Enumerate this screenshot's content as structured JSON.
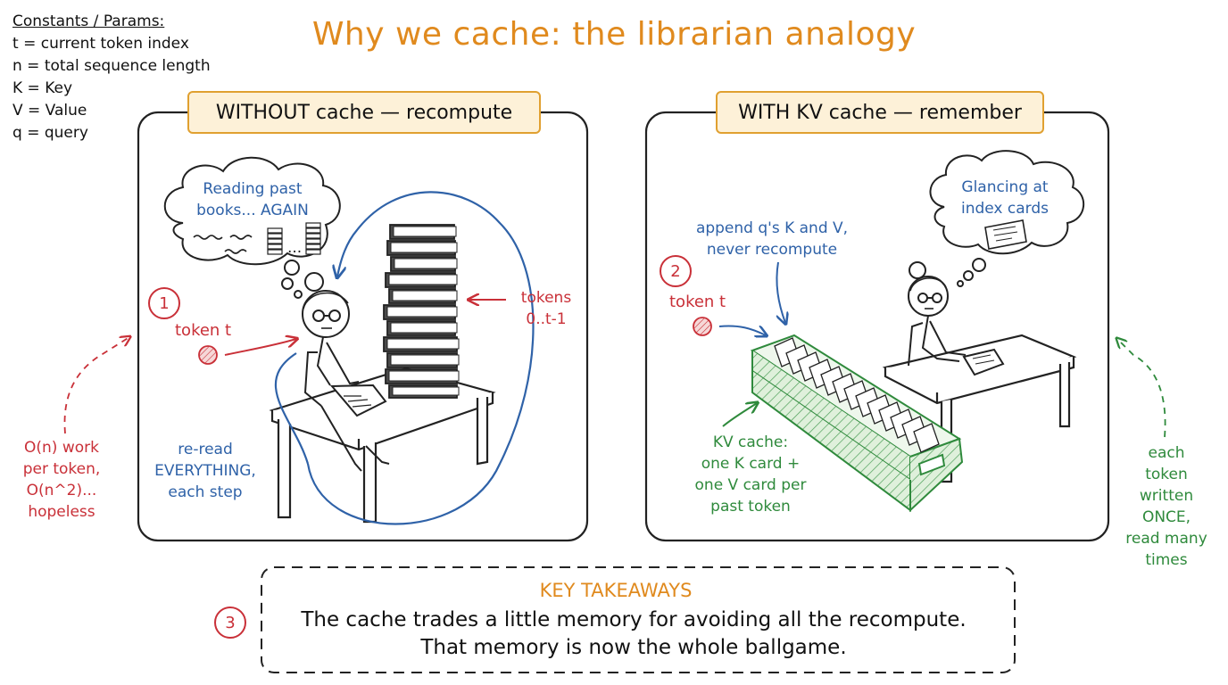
{
  "title": "Why we cache: the librarian analogy",
  "legend": {
    "heading": "Constants / Params:",
    "items": [
      "t = current token index",
      "n = total sequence length",
      "K = Key",
      "V = Value",
      "q = query"
    ]
  },
  "left_panel": {
    "header": "WITHOUT cache — recompute",
    "step": "1",
    "thought_lines": [
      "Reading past",
      "books... AGAIN"
    ],
    "thought_ellipsis": "...",
    "token_label": "token t",
    "books_label": [
      "tokens",
      "0..t-1"
    ],
    "reread_lines": [
      "re-read",
      "EVERYTHING,",
      "each step"
    ]
  },
  "left_note": [
    "O(n) work",
    "per token,",
    "O(n^2)...",
    "hopeless"
  ],
  "right_panel": {
    "header": "WITH KV cache — remember",
    "step": "2",
    "thought_lines": [
      "Glancing at",
      "index cards"
    ],
    "append_lines": [
      "append q's K and V,",
      "never recompute"
    ],
    "token_label": "token t",
    "cache_lines": [
      "KV cache:",
      "one K card +",
      "one V card per",
      "past token"
    ]
  },
  "right_note": [
    "each",
    "token",
    "written",
    "ONCE,",
    "read many",
    "times"
  ],
  "takeaways": {
    "step": "3",
    "title": "KEY TAKEAWAYS",
    "lines": [
      "The cache trades a little memory for avoiding all the recompute.",
      "That memory is now the whole ballgame."
    ]
  },
  "colors": {
    "accent_orange": "#e08a1e",
    "blue": "#2f62a8",
    "red": "#c93038",
    "green": "#2f8a3c",
    "ink": "#222222"
  }
}
